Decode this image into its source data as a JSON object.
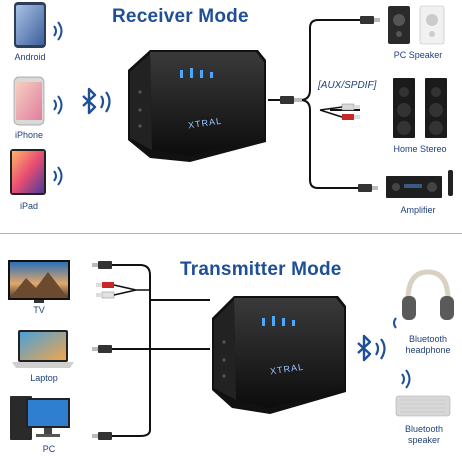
{
  "receiver": {
    "title": "Receiver Mode",
    "sources": [
      "Android",
      "iPhone",
      "iPad"
    ],
    "connection_label": "[AUX/SPDIF]",
    "outputs": [
      "PC Speaker",
      "Home Stereo",
      "Amplifier"
    ],
    "brand": "XTRAL"
  },
  "transmitter": {
    "title": "Transmitter Mode",
    "sources": [
      "TV",
      "Laptop",
      "PC"
    ],
    "outputs": [
      "Bluetooth headphone",
      "Bluetooth speaker"
    ],
    "brand": "XTRAL"
  },
  "icons": [
    "bluetooth-icon",
    "wireless-signal-icon"
  ],
  "colors": {
    "title": "#1f4f96",
    "bluetooth": "#1f4f96",
    "device": "#1a1a1a",
    "led": "#4aa8ff"
  }
}
